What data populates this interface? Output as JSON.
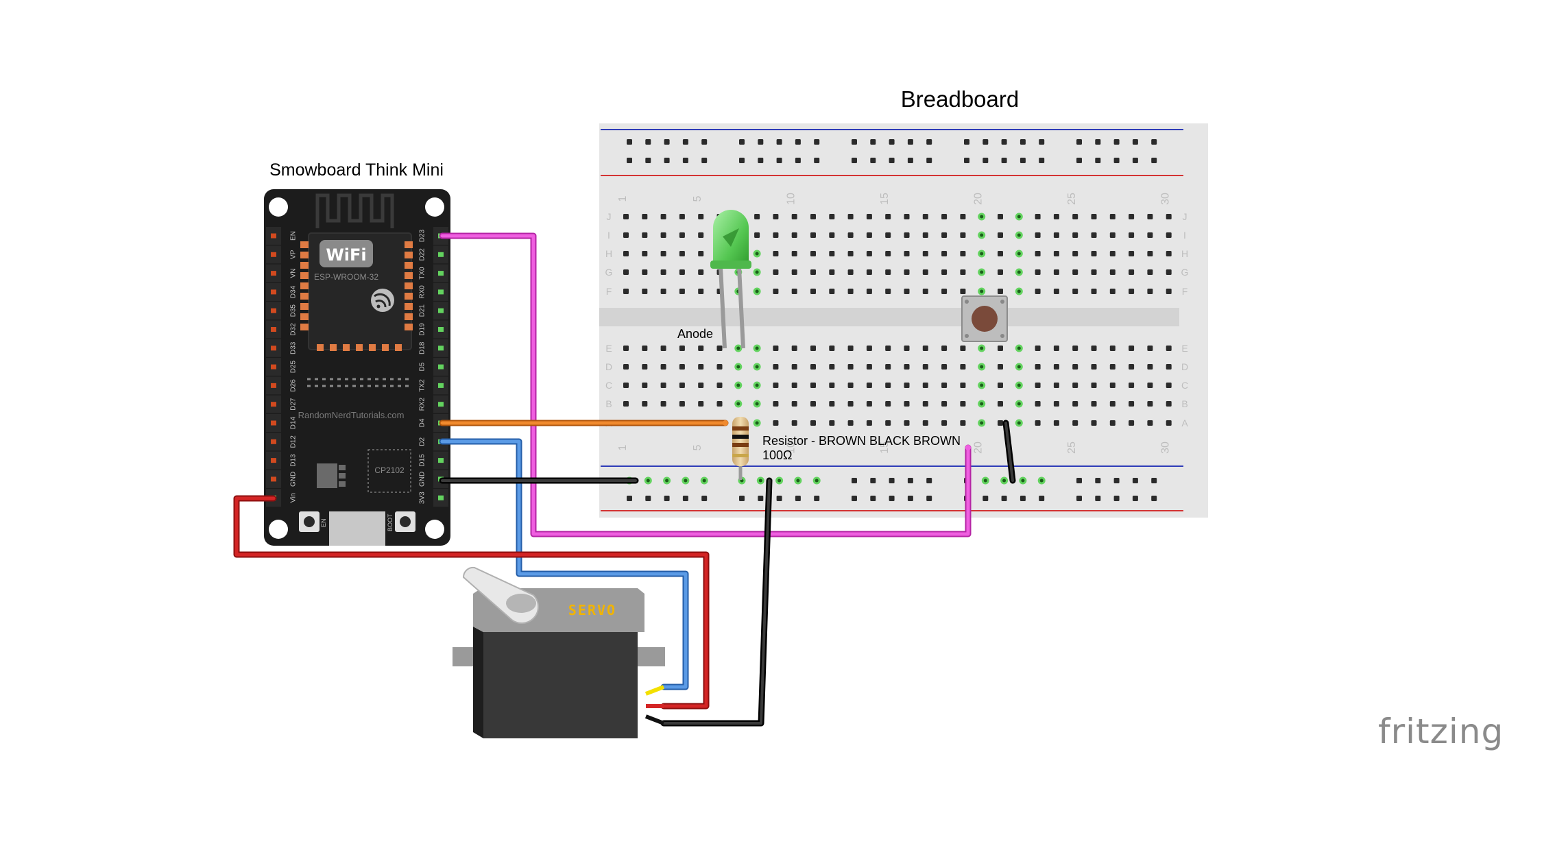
{
  "breadboard": {
    "title": "Breadboard",
    "column_numbers": [
      "1",
      "5",
      "10",
      "15",
      "20",
      "25",
      "30"
    ],
    "row_letters_top": [
      "J",
      "I",
      "H",
      "G",
      "F"
    ],
    "row_letters_bottom": [
      "E",
      "D",
      "C",
      "B",
      "A"
    ]
  },
  "board": {
    "title": "Smowboard Think Mini",
    "wifi_label": "WiFi",
    "module_label": "ESP-WROOM-32",
    "website": "RandomNerdTutorials.com",
    "chip_label": "CP2102",
    "left_pins": [
      "EN",
      "VP",
      "VN",
      "D34",
      "D35",
      "D32",
      "D33",
      "D25",
      "D26",
      "D27",
      "D14",
      "D12",
      "D13",
      "GND",
      "Vin"
    ],
    "right_pins": [
      "D23",
      "D22",
      "TX0",
      "RX0",
      "D21",
      "D19",
      "D18",
      "D5",
      "TX2",
      "RX2",
      "D4",
      "D2",
      "D15",
      "GND",
      "3V3"
    ],
    "en_button": "EN",
    "boot_button": "BOOT"
  },
  "labels": {
    "anode": "Anode",
    "resistor_line1": "Resistor - BROWN BLACK BROWN",
    "resistor_line2": "100Ω"
  },
  "servo": {
    "label": "SERVO"
  },
  "logo": {
    "text": "fritzing"
  },
  "colors": {
    "wire_pink": "#e83fd6",
    "wire_orange": "#e8720f",
    "wire_blue": "#3e7fcf",
    "wire_black": "#222222",
    "wire_red": "#c81a1a",
    "led_green": "#5fd35c",
    "breadboard_bg": "#e8e8e8",
    "rail_blue": "#2e3bb8",
    "rail_red": "#d33333",
    "board_black": "#1c1c1c"
  }
}
